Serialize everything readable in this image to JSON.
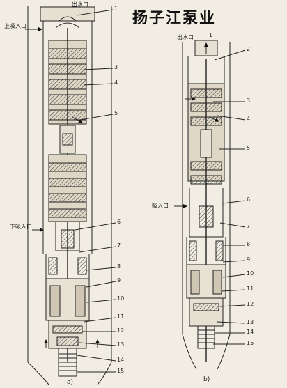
{
  "title": "扬子江泵业",
  "figure_a": {
    "caption": "a)",
    "labels": {
      "outlet": "出水口",
      "upper_inlet": "上吸入口",
      "lower_inlet": "下吸入口"
    },
    "callouts": [
      "1",
      "3",
      "4",
      "5",
      "6",
      "7",
      "8",
      "9",
      "10",
      "11",
      "12",
      "13",
      "14",
      "15"
    ]
  },
  "figure_b": {
    "caption": "b)",
    "labels": {
      "outlet": "出水口",
      "inlet": "吸入口"
    },
    "callouts": [
      "1",
      "2",
      "3",
      "4",
      "5",
      "6",
      "7",
      "8",
      "9",
      "10",
      "11",
      "12",
      "13",
      "14",
      "15"
    ]
  }
}
